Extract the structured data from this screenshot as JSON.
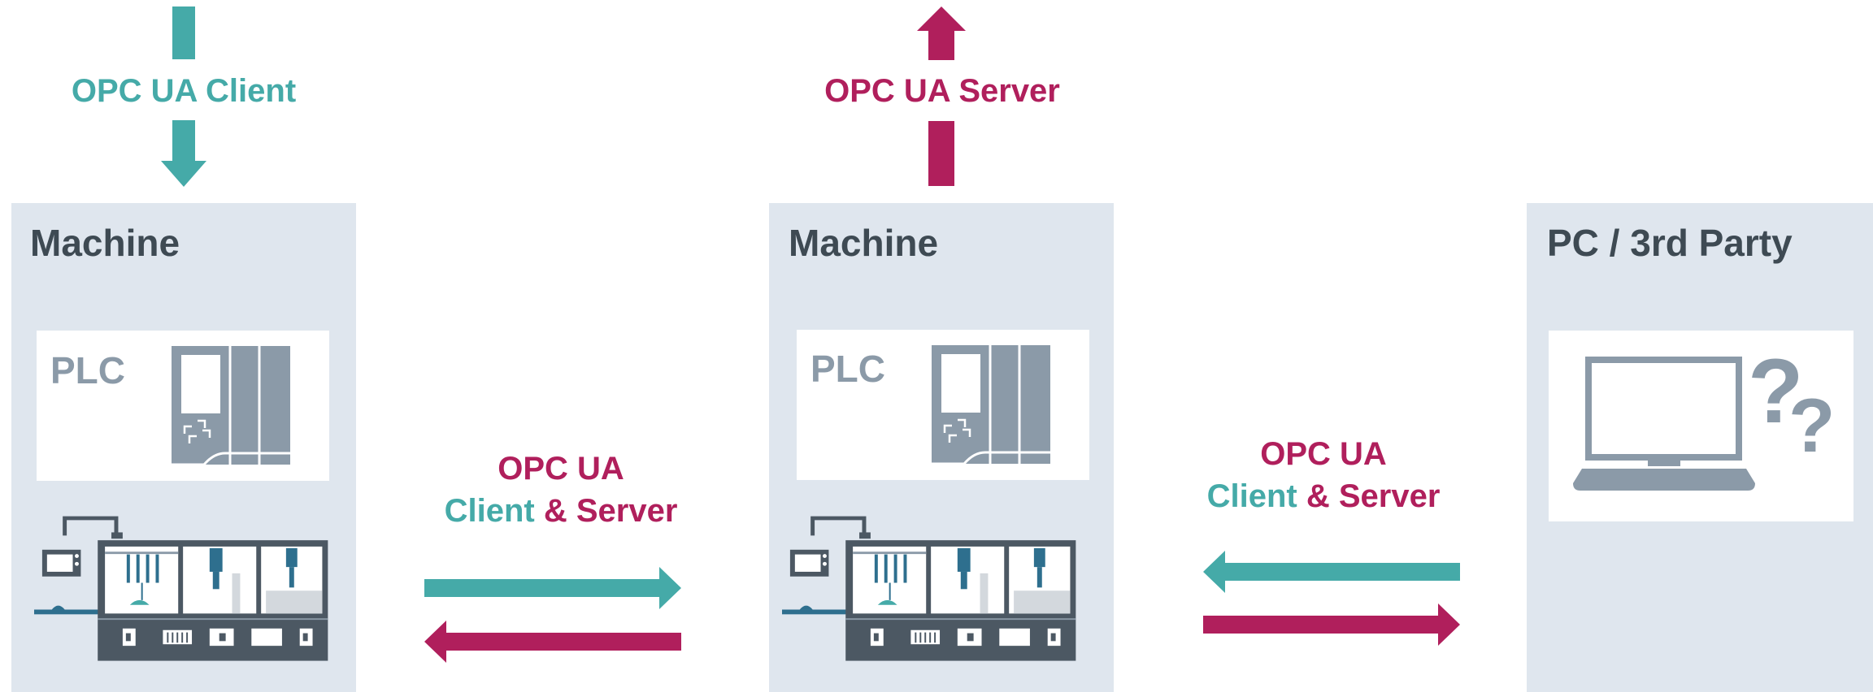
{
  "colors": {
    "client": "#45aaa8",
    "server": "#b01f5c",
    "panel": "#dfe6ee",
    "card": "#ffffff",
    "device_gray": "#8b9aa8",
    "dark": "#4c5863",
    "title_text": "#3e4a53"
  },
  "top": {
    "client_label": "OPC UA Client",
    "server_label": "OPC UA Server"
  },
  "boxes": {
    "left": {
      "title": "Machine",
      "plc_label": "PLC"
    },
    "middle": {
      "title": "Machine",
      "plc_label": "PLC"
    },
    "right": {
      "title": "PC / 3rd Party"
    }
  },
  "links": {
    "left_middle": {
      "line1": "OPC UA",
      "client_word": "Client",
      "amp_server": " & Server"
    },
    "middle_right": {
      "line1": "OPC UA",
      "client_word": "Client",
      "amp_server": " & Server"
    }
  },
  "icons": {
    "plc": "plc-controller-icon",
    "machine": "production-machine-icon",
    "computer": "laptop-icon",
    "question": "question-mark-icon"
  }
}
